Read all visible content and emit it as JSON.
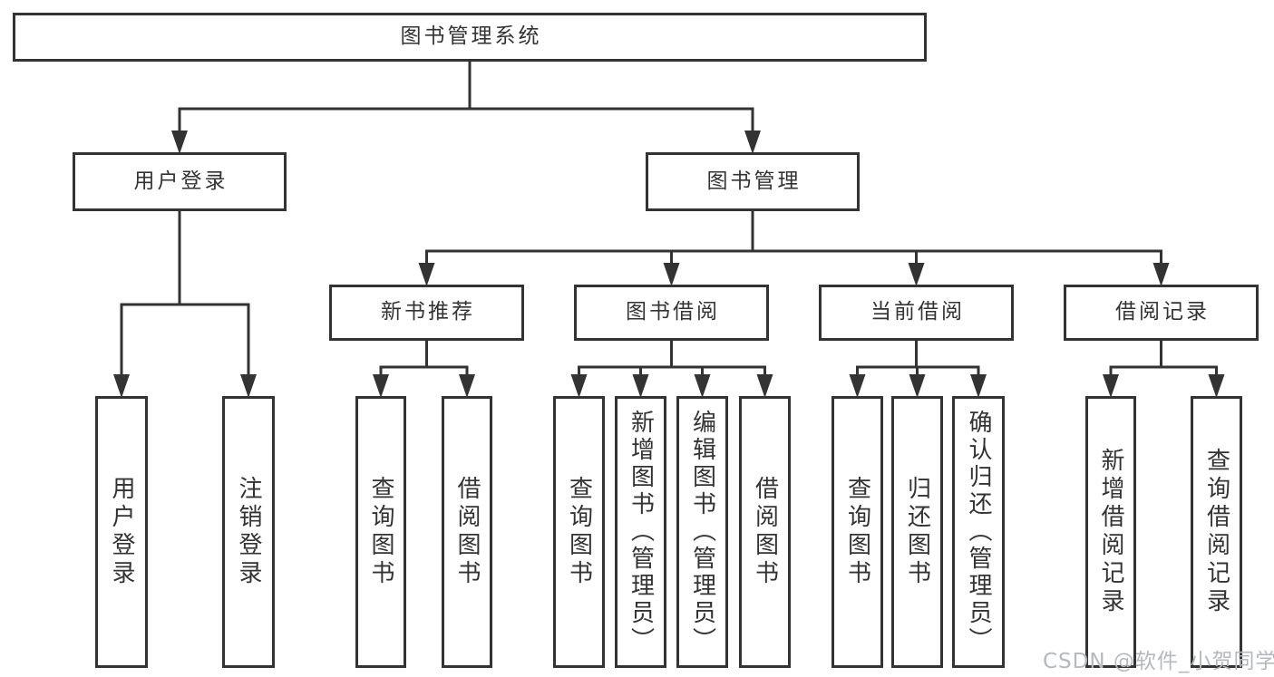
{
  "diagram": {
    "title": "图书管理系统",
    "watermark": "CSDN @软件_小贺同学",
    "colors": {
      "line": "#333333",
      "box_border": "#333333",
      "box_fill": "#ffffff",
      "text": "#333333",
      "background": "#ffffff",
      "watermark": "#b5b8bc"
    },
    "nodes": [
      {
        "id": "root",
        "label": "图书管理系统",
        "parent": null,
        "orientation": "horizontal"
      },
      {
        "id": "user-login",
        "label": "用户登录",
        "parent": "root",
        "orientation": "horizontal"
      },
      {
        "id": "book-mgmt",
        "label": "图书管理",
        "parent": "root",
        "orientation": "horizontal"
      },
      {
        "id": "login",
        "label": "用户登录",
        "parent": "user-login",
        "orientation": "vertical"
      },
      {
        "id": "logout",
        "label": "注销登录",
        "parent": "user-login",
        "orientation": "vertical"
      },
      {
        "id": "new-book-rec",
        "label": "新书推荐",
        "parent": "book-mgmt",
        "orientation": "horizontal"
      },
      {
        "id": "book-borrow",
        "label": "图书借阅",
        "parent": "book-mgmt",
        "orientation": "horizontal"
      },
      {
        "id": "current-borrow",
        "label": "当前借阅",
        "parent": "book-mgmt",
        "orientation": "horizontal"
      },
      {
        "id": "borrow-record",
        "label": "借阅记录",
        "parent": "book-mgmt",
        "orientation": "horizontal"
      },
      {
        "id": "rec-query-book",
        "label": "查询图书",
        "parent": "new-book-rec",
        "orientation": "vertical"
      },
      {
        "id": "rec-borrow-book",
        "label": "借阅图书",
        "parent": "new-book-rec",
        "orientation": "vertical"
      },
      {
        "id": "bor-query-book",
        "label": "查询图书",
        "parent": "book-borrow",
        "orientation": "vertical"
      },
      {
        "id": "bor-add-book",
        "label": "新增图书（管理员）",
        "parent": "book-borrow",
        "orientation": "vertical"
      },
      {
        "id": "bor-edit-book",
        "label": "编辑图书（管理员）",
        "parent": "book-borrow",
        "orientation": "vertical"
      },
      {
        "id": "bor-borrow-book",
        "label": "借阅图书",
        "parent": "book-borrow",
        "orientation": "vertical"
      },
      {
        "id": "cur-query-book",
        "label": "查询图书",
        "parent": "current-borrow",
        "orientation": "vertical"
      },
      {
        "id": "cur-return-book",
        "label": "归还图书",
        "parent": "current-borrow",
        "orientation": "vertical"
      },
      {
        "id": "cur-confirm-return",
        "label": "确认归还（管理员）",
        "parent": "current-borrow",
        "orientation": "vertical"
      },
      {
        "id": "rcd-add-record",
        "label": "新增借阅记录",
        "parent": "borrow-record",
        "orientation": "vertical"
      },
      {
        "id": "rcd-query-record",
        "label": "查询借阅记录",
        "parent": "borrow-record",
        "orientation": "vertical"
      }
    ]
  }
}
